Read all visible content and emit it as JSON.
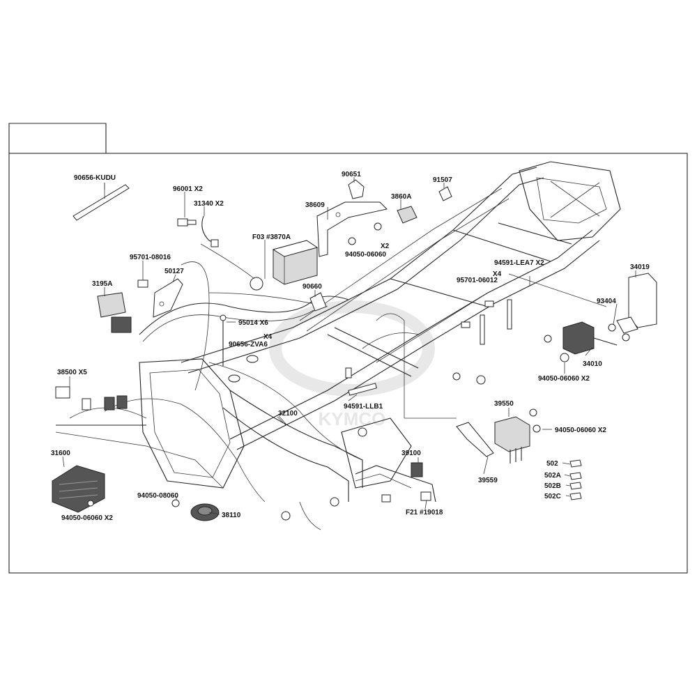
{
  "diagram": {
    "watermark": "KYMCO",
    "labels": {
      "p90656_KUDU": "90656-KUDU",
      "p96001": "96001 X2",
      "p31340": "31340  X2",
      "p38609": "38609",
      "p90651": "90651",
      "p3860A": "3860A",
      "p91507": "91507",
      "pF03": "F03 #3870A",
      "p94050_a": "X2",
      "p94050_a2": "94050-06060",
      "p95701_08016": "95701-08016",
      "p50127": "50127",
      "p3195A": "3195A",
      "p90660": "90660",
      "p95014": "95014  X6",
      "pX4a": "X4",
      "p90656_ZVA6": "90656-ZVA6",
      "p94591_LEA7": "94591-LEA7 X2",
      "pX4b": "X4",
      "p95701_06012": "95701-06012",
      "p34019": "34019",
      "p93404": "93404",
      "p34010": "34010",
      "p94050_b": "94050-06060 X2",
      "p38500": "38500 X5",
      "p94591_LLB1": "94591-LLB1",
      "p39550": "39550",
      "p94050_c": "94050-06060 X2",
      "p32100": "32100",
      "p31600": "31600",
      "p39100": "39100",
      "p39559": "39559",
      "p502": "502",
      "p502A": "502A",
      "p502B": "502B",
      "p502C": "502C",
      "p94050_08060": "94050-08060",
      "p38110": "38110",
      "pF21": "F21 #19018",
      "p94050_d": "94050-06060 X2"
    }
  }
}
